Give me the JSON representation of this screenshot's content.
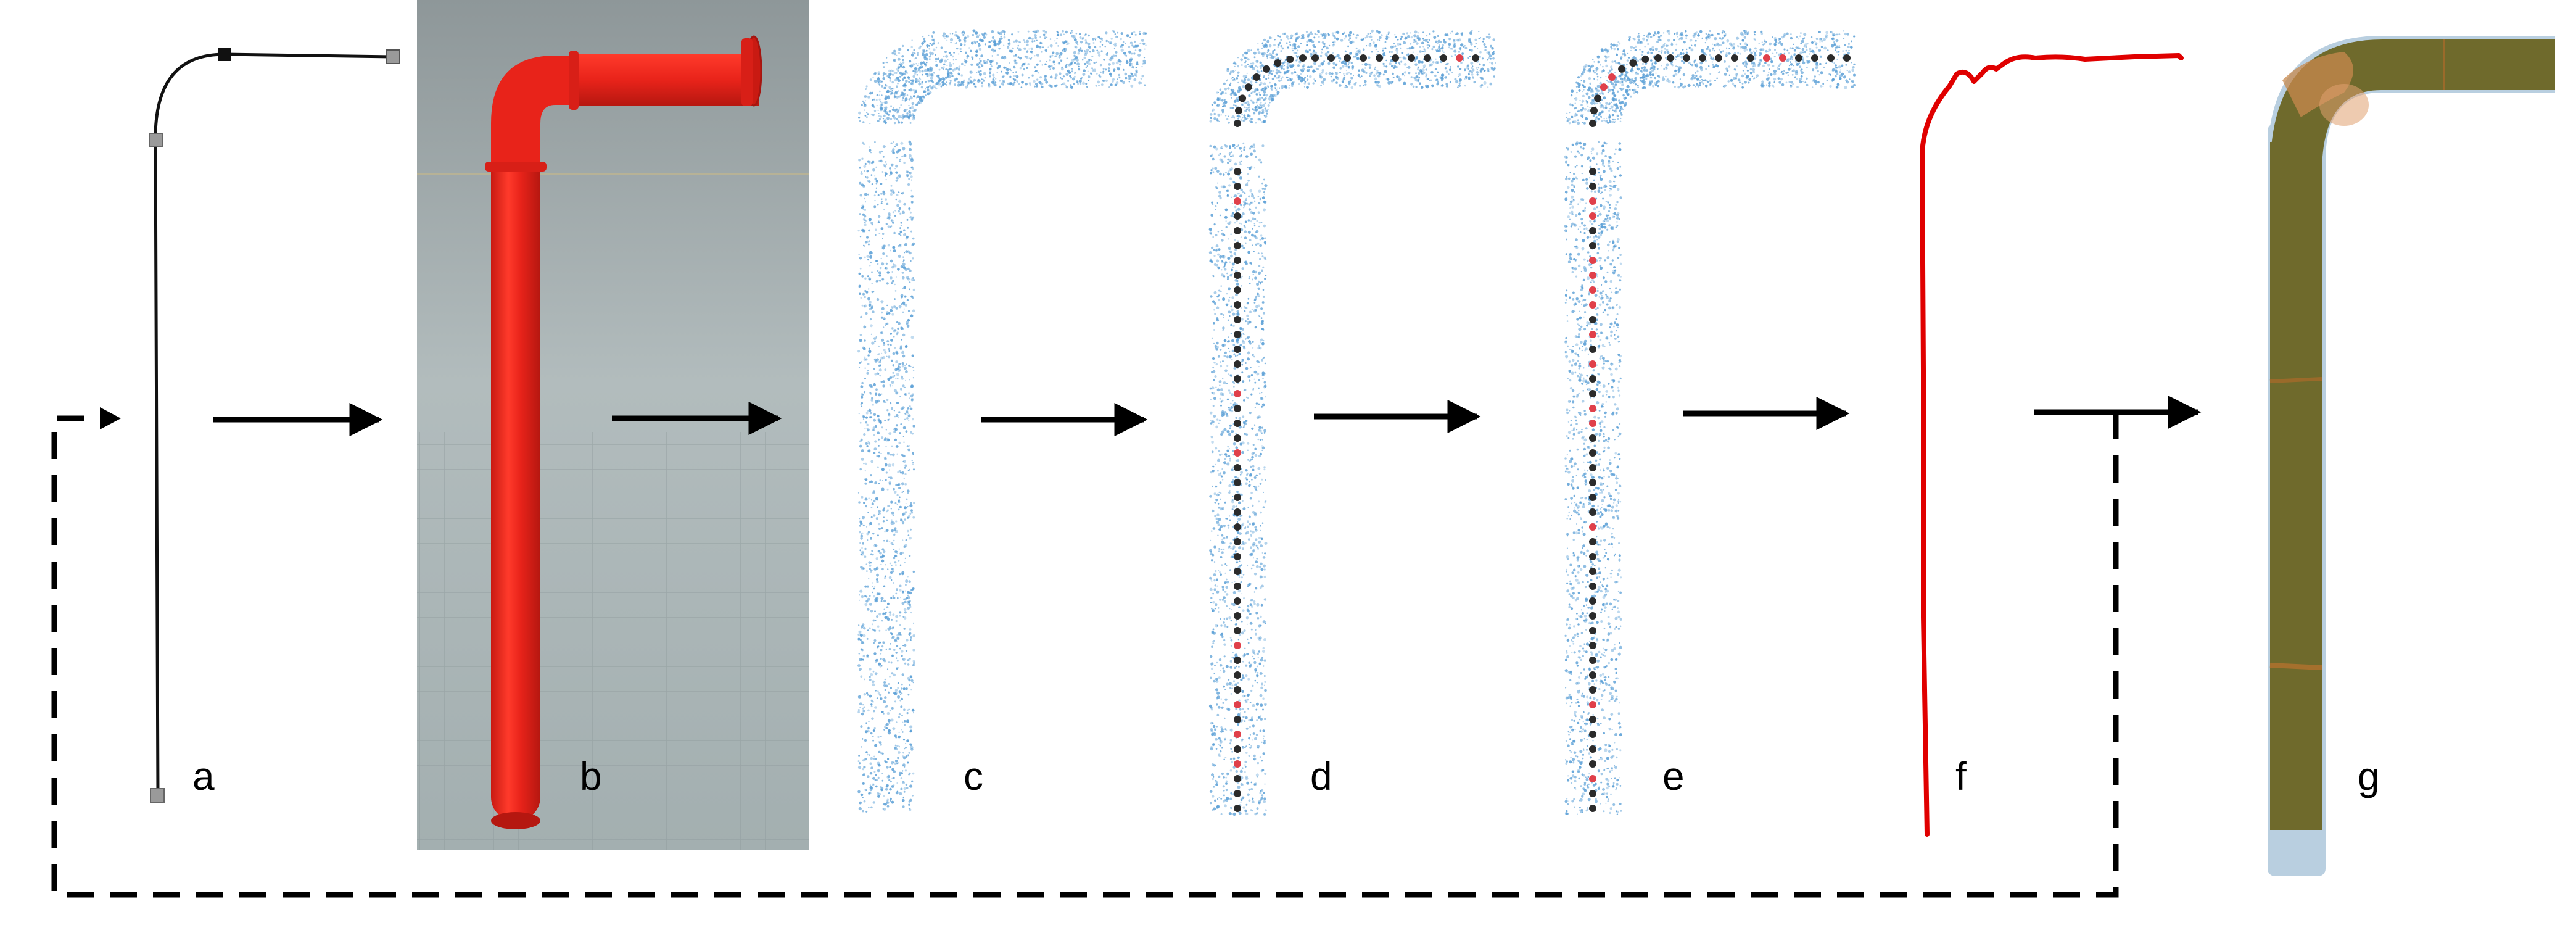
{
  "panels": [
    {
      "id": "a",
      "label": "a"
    },
    {
      "id": "b",
      "label": "b"
    },
    {
      "id": "c",
      "label": "c"
    },
    {
      "id": "d",
      "label": "d"
    },
    {
      "id": "e",
      "label": "e"
    },
    {
      "id": "f",
      "label": "f"
    },
    {
      "id": "g",
      "label": "g"
    }
  ],
  "colors": {
    "curve": "#111111",
    "pipe_red": "#e8231a",
    "point_cloud": "#5a9fd6",
    "skeleton_dark": "#2b2b2b",
    "skeleton_red": "#e0404a",
    "polyline_red": "#e00000",
    "mesh_olive": "#6f6a2c",
    "mesh_blue": "#b9cfe0",
    "render_bg": "#a9b5b7",
    "arrow": "#000000"
  }
}
